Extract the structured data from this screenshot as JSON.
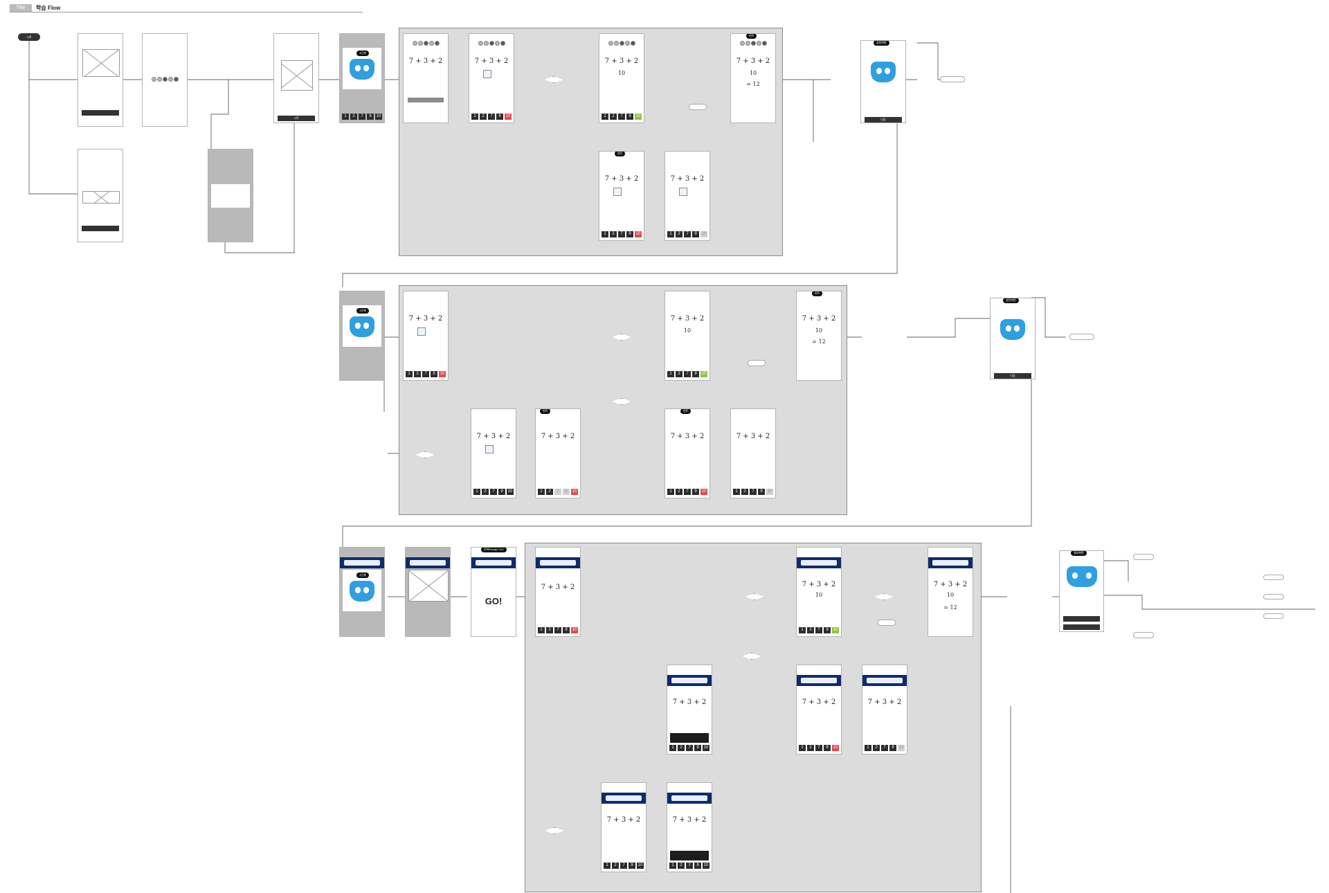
{
  "header": {
    "tag": "Title",
    "title": "학습 Flow"
  },
  "start_label": "시작",
  "labels": {
    "go": "GO!",
    "ready": "준비Ready? Go!",
    "next": "다음",
    "start_btn": "시작"
  },
  "equations": {
    "eq": "7 + 3 + 2",
    "partial": "10",
    "result": "= 12"
  },
  "keypad": {
    "keys_a": [
      "1",
      "2",
      "7",
      "9",
      "10"
    ]
  },
  "chips": {
    "step": "1단계",
    "correct": "정답",
    "reward": "칭찬화면",
    "hint": "힌트",
    "ready": "준비Ready? Go!",
    "result": "결과화면"
  },
  "colors": {
    "accent_green": "#8fc43c",
    "accent_red": "#e24a4a",
    "mascot_blue": "#2f9fe0",
    "pink": "#e0437e",
    "navy": "#0f2b6e"
  }
}
